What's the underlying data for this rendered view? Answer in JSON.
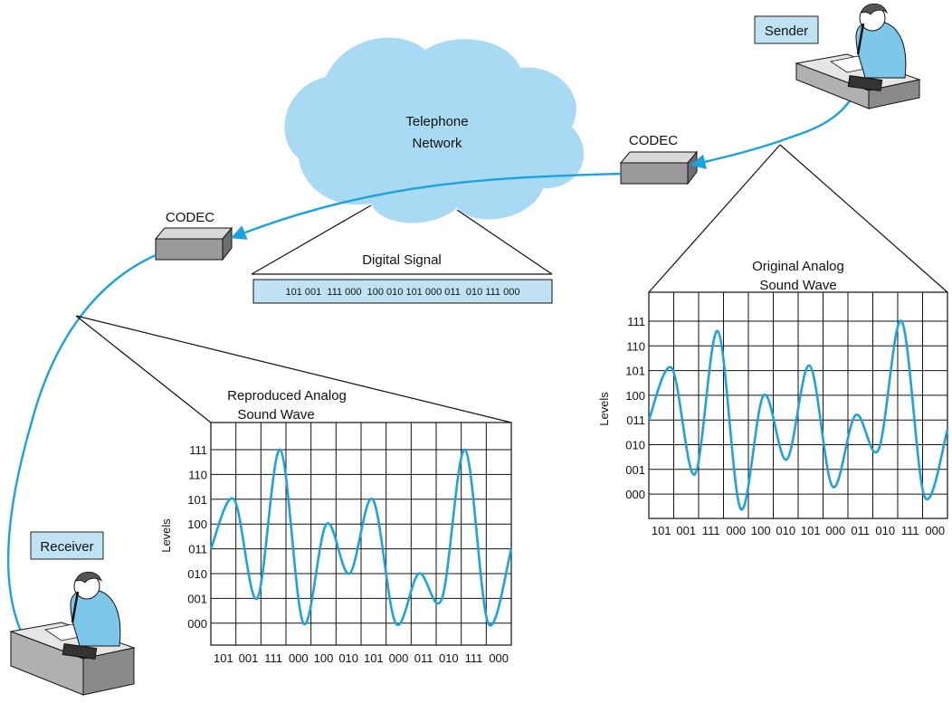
{
  "labels": {
    "sender": "Sender",
    "receiver": "Receiver",
    "network": [
      "Telephone",
      "Network"
    ],
    "codec": "CODEC",
    "digital_signal_title": "Digital Signal",
    "digital_signal_bits": "101 001  111 000  100 010 101 000 011  010 111 000",
    "original_title": [
      "Original Analog",
      "Sound Wave"
    ],
    "reproduced_title": [
      "Reproduced Analog",
      "Sound Wave"
    ],
    "levels_axis": "Levels"
  },
  "colors": {
    "wave": "#1aa3dc",
    "cloud": "#a8daf4",
    "box_fill": "#bfe3f3",
    "line": "#111111"
  },
  "chart_data": [
    {
      "type": "line",
      "title": "Original Analog Sound Wave",
      "ylabel": "Levels",
      "y_ticks": [
        "111",
        "110",
        "101",
        "100",
        "011",
        "010",
        "001",
        "000"
      ],
      "x_labels": [
        "101",
        "001",
        "111",
        "000",
        "100",
        "010",
        "101",
        "000",
        "011",
        "010",
        "111",
        "000"
      ],
      "grid": true,
      "wave_levels": [
        3.0,
        5.1,
        0.8,
        6.6,
        -0.6,
        4.0,
        1.4,
        5.2,
        0.3,
        3.2,
        1.8,
        7.0,
        -0.1,
        2.6
      ]
    },
    {
      "type": "line",
      "title": "Reproduced Analog Sound Wave",
      "ylabel": "Levels",
      "y_ticks": [
        "111",
        "110",
        "101",
        "100",
        "011",
        "010",
        "001",
        "000"
      ],
      "x_labels": [
        "101",
        "001",
        "111",
        "000",
        "100",
        "010",
        "101",
        "000",
        "011",
        "010",
        "111",
        "000"
      ],
      "grid": true,
      "wave_levels": [
        3.0,
        5.0,
        1.0,
        7.0,
        0.0,
        4.0,
        2.0,
        5.0,
        0.0,
        2.0,
        1.0,
        7.0,
        0.0,
        3.0
      ]
    }
  ]
}
